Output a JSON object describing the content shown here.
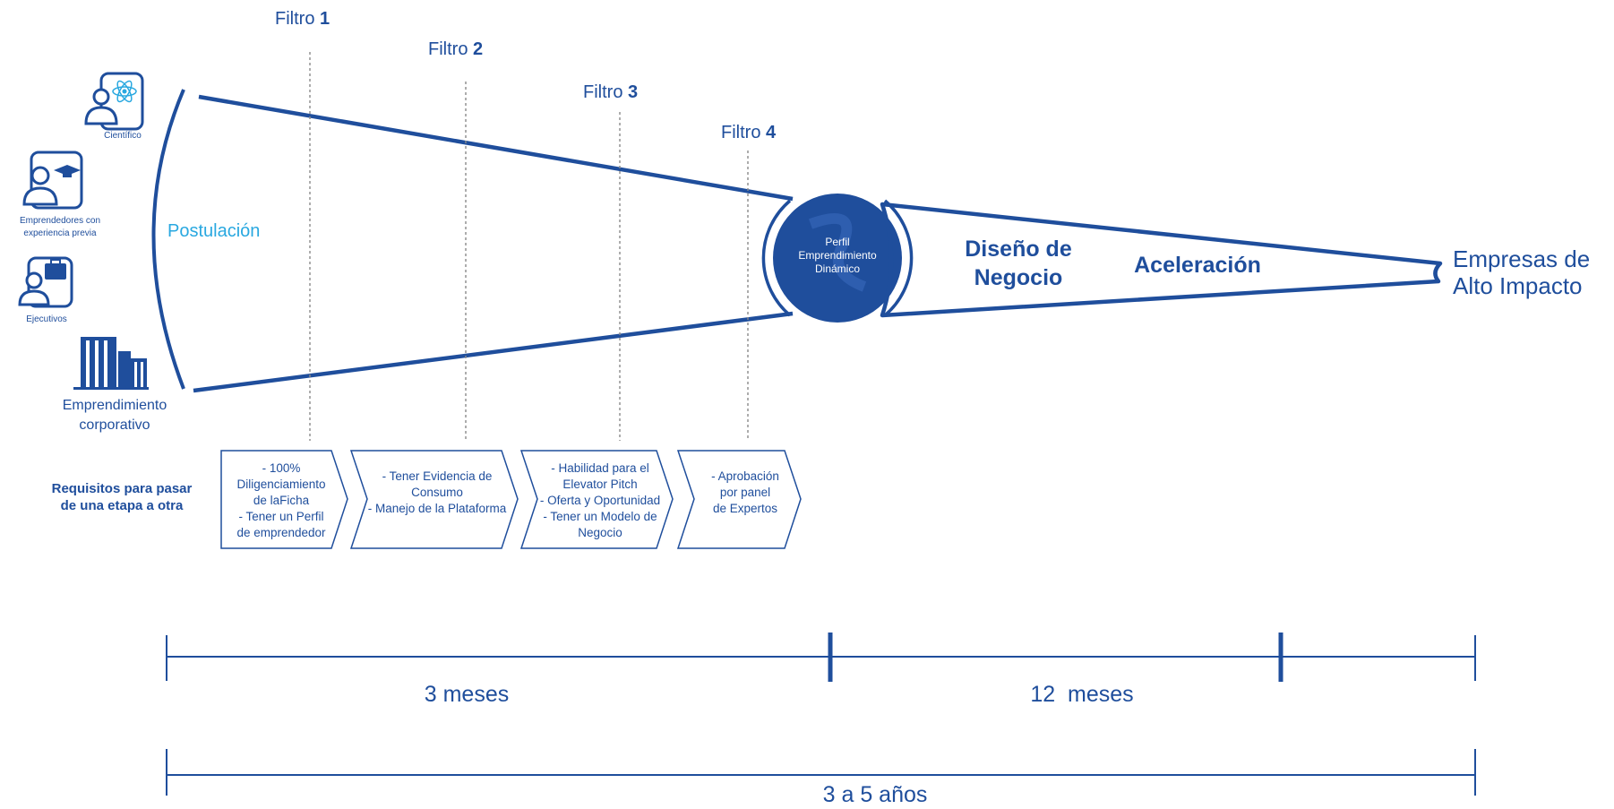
{
  "filters": [
    {
      "label": "Filtro",
      "num": "1"
    },
    {
      "label": "Filtro",
      "num": "2"
    },
    {
      "label": "Filtro",
      "num": "3"
    },
    {
      "label": "Filtro",
      "num": "4"
    }
  ],
  "profiles": [
    {
      "label": "Científico",
      "icon": "scientist-icon"
    },
    {
      "label_line1": "Emprendedores con",
      "label_line2": "experiencia previa",
      "icon": "graduate-icon"
    },
    {
      "label": "Ejecutivos",
      "icon": "executive-icon"
    },
    {
      "label_line1": "Emprendimiento",
      "label_line2": "corporativo",
      "icon": "buildings-icon"
    }
  ],
  "stage": {
    "postulacion": "Postulación",
    "circle": {
      "line1": "Perfil",
      "line2": "Emprendimiento",
      "line3": "Dinámico"
    },
    "diseno_line1": "Diseño de",
    "diseno_line2": "Negocio",
    "aceleracion": "Aceleración",
    "result_line1": "Empresas de",
    "result_line2": "Alto Impacto"
  },
  "requirements": {
    "title_line1": "Requisitos para pasar",
    "title_line2": "de una etapa a otra",
    "boxes": [
      {
        "lines": [
          "- 100%",
          "Diligenciamiento",
          "de laFicha",
          "- Tener un Perfil",
          "de emprendedor"
        ]
      },
      {
        "lines": [
          "- Tener Evidencia de",
          "Consumo",
          "- Manejo de la Plataforma"
        ]
      },
      {
        "lines": [
          "- Habilidad para el",
          "Elevator Pitch",
          "- Oferta y Oportunidad",
          "- Tener un Modelo de",
          "Negocio"
        ]
      },
      {
        "lines": [
          "- Aprobación",
          "por panel",
          "de Expertos"
        ]
      }
    ]
  },
  "timeline": {
    "period1": "3 meses",
    "period2": "12  meses",
    "total": "3 a 5 años"
  },
  "colors": {
    "primary": "#1f4e9c",
    "light": "#29a8e0",
    "gray": "#8a8a8a"
  }
}
